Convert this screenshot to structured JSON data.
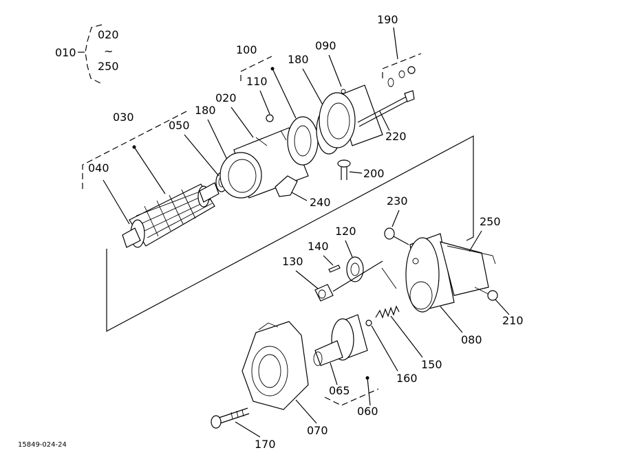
{
  "group": {
    "main": "010",
    "range_start": "020",
    "range_sep": "~",
    "range_end": "250"
  },
  "parts": {
    "p020": "020",
    "p030": "030",
    "p040": "040",
    "p050": "050",
    "p060": "060",
    "p065": "065",
    "p070": "070",
    "p080": "080",
    "p090": "090",
    "p100": "100",
    "p110": "110",
    "p120": "120",
    "p130": "130",
    "p140": "140",
    "p150": "150",
    "p160": "160",
    "p170": "170",
    "p180a": "180",
    "p180b": "180",
    "p190": "190",
    "p200": "200",
    "p210": "210",
    "p220": "220",
    "p230": "230",
    "p240": "240",
    "p250": "250"
  },
  "drawing_code": "15849-024-24"
}
